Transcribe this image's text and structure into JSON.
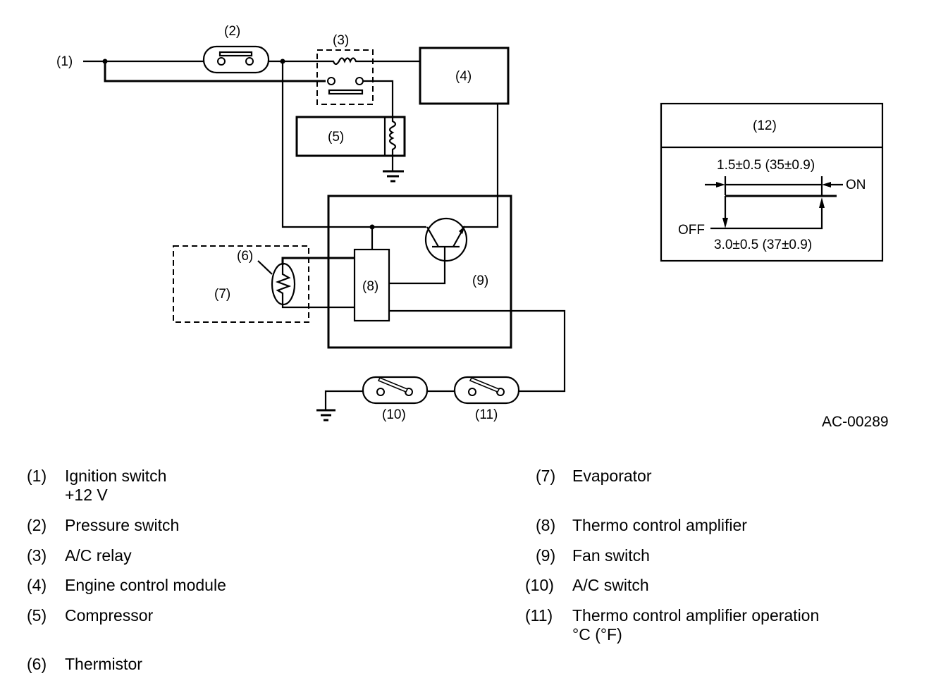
{
  "figure_id": "AC-00289",
  "diagram": {
    "callouts": {
      "c1": "(1)",
      "c2": "(2)",
      "c3": "(3)",
      "c4": "(4)",
      "c5": "(5)",
      "c6": "(6)",
      "c7": "(7)",
      "c8": "(8)",
      "c9": "(9)",
      "c10": "(10)",
      "c11": "(11)",
      "c12": "(12)"
    },
    "operation_chart": {
      "title": "(12)",
      "top_value": "1.5±0.5 (35±0.9)",
      "bottom_value": "3.0±0.5 (37±0.9)",
      "on_label": "ON",
      "off_label": "OFF"
    }
  },
  "legend": {
    "left": [
      {
        "num": "(1)",
        "text": "Ignition switch",
        "text2": "+12 V"
      },
      {
        "num": "(2)",
        "text": "Pressure switch"
      },
      {
        "num": "(3)",
        "text": "A/C relay"
      },
      {
        "num": "(4)",
        "text": "Engine control module"
      },
      {
        "num": "(5)",
        "text": "Compressor"
      },
      {
        "num": "(6)",
        "text": "Thermistor"
      }
    ],
    "right": [
      {
        "num": "(7)",
        "text": "Evaporator"
      },
      {
        "num": "(8)",
        "text": "Thermo control amplifier"
      },
      {
        "num": "(9)",
        "text": "Fan switch"
      },
      {
        "num": "(10)",
        "text": "A/C switch"
      },
      {
        "num": "(11)",
        "text": "Thermo control amplifier operation",
        "text2": "°C (°F)"
      }
    ]
  }
}
